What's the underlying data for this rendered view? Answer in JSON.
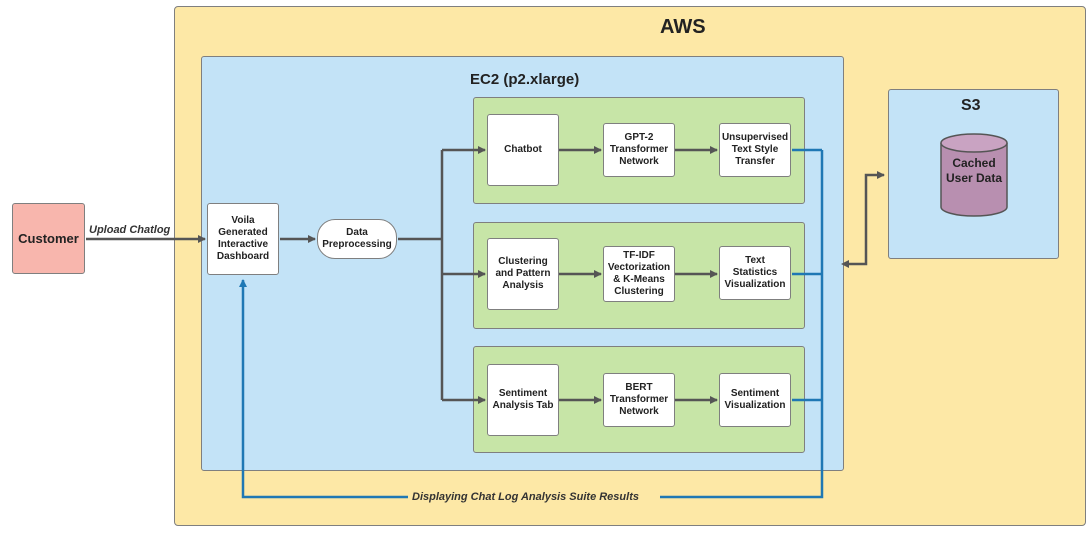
{
  "containers": {
    "aws": "AWS",
    "ec2": "EC2 (p2.xlarge)",
    "s3": "S3"
  },
  "customer": "Customer",
  "edges": {
    "upload": "Upload Chatlog",
    "results": "Displaying Chat Log Analysis Suite Results"
  },
  "nodes": {
    "dashboard": "Voila Generated Interactive Dashboard",
    "preprocessing": "Data Preprocessing",
    "chatbot": "Chatbot",
    "gpt2": "GPT-2 Transformer Network",
    "style_transfer": "Unsupervised Text Style Transfer",
    "clustering": "Clustering and Pattern Analysis",
    "tfidf": "TF-IDF Vectorization & K-Means Clustering",
    "text_stats": "Text Statistics Visualization",
    "sentiment": "Sentiment Analysis Tab",
    "bert": "BERT Transformer Network",
    "sentiment_viz": "Sentiment Visualization",
    "cached": "Cached User Data"
  },
  "colors": {
    "aws_fill": "#fde8a6",
    "ec2_fill": "#c3e3f7",
    "lane_fill": "#c7e5a7",
    "customer_fill": "#f8b6ad",
    "storage_fill": "#b88fb0",
    "flow_arrow": "#555555",
    "return_arrow": "#1f78b4"
  }
}
